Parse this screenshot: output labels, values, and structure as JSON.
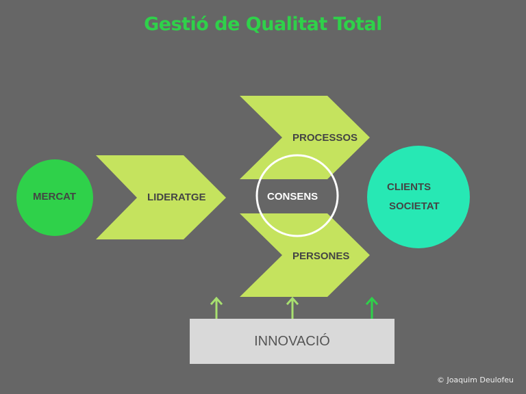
{
  "title": "Gestió de Qualitat Total",
  "nodes": {
    "mercat": "MERCAT",
    "lideratge": "LIDERATGE",
    "processos": "PROCESSOS",
    "consens": "CONSENS",
    "persones": "PERSONES",
    "clients": "CLIENTS",
    "societat": "SOCIETAT",
    "innovacio": "INNOVACIÓ"
  },
  "credit": "© Joaquim Deulofeu",
  "colors": {
    "background": "#666666",
    "chevron": "#c5e35e",
    "mercat_circle": "#2fd14a",
    "clients_circle": "#27e8b4",
    "arrow": "#a8e070",
    "innovacio_box": "#d9d9d9",
    "title": "#2fd14a"
  }
}
